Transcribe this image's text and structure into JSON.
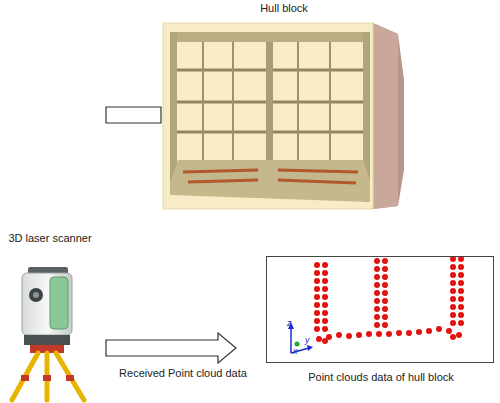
{
  "diagram": {
    "nodes": [
      {
        "text": [
          "Hull block"
        ]
      },
      {
        "text": [
          "3D laser scanner"
        ]
      },
      {
        "text": [
          "Point clouds data of hull block"
        ]
      }
    ],
    "edges": [
      {
        "from": 1,
        "to": 2,
        "arrow": "to",
        "label": "Received Point cloud data"
      },
      {
        "from": 1,
        "to": 0,
        "arrow": "none"
      }
    ],
    "labels": [
      "z",
      "y",
      "x"
    ]
  }
}
